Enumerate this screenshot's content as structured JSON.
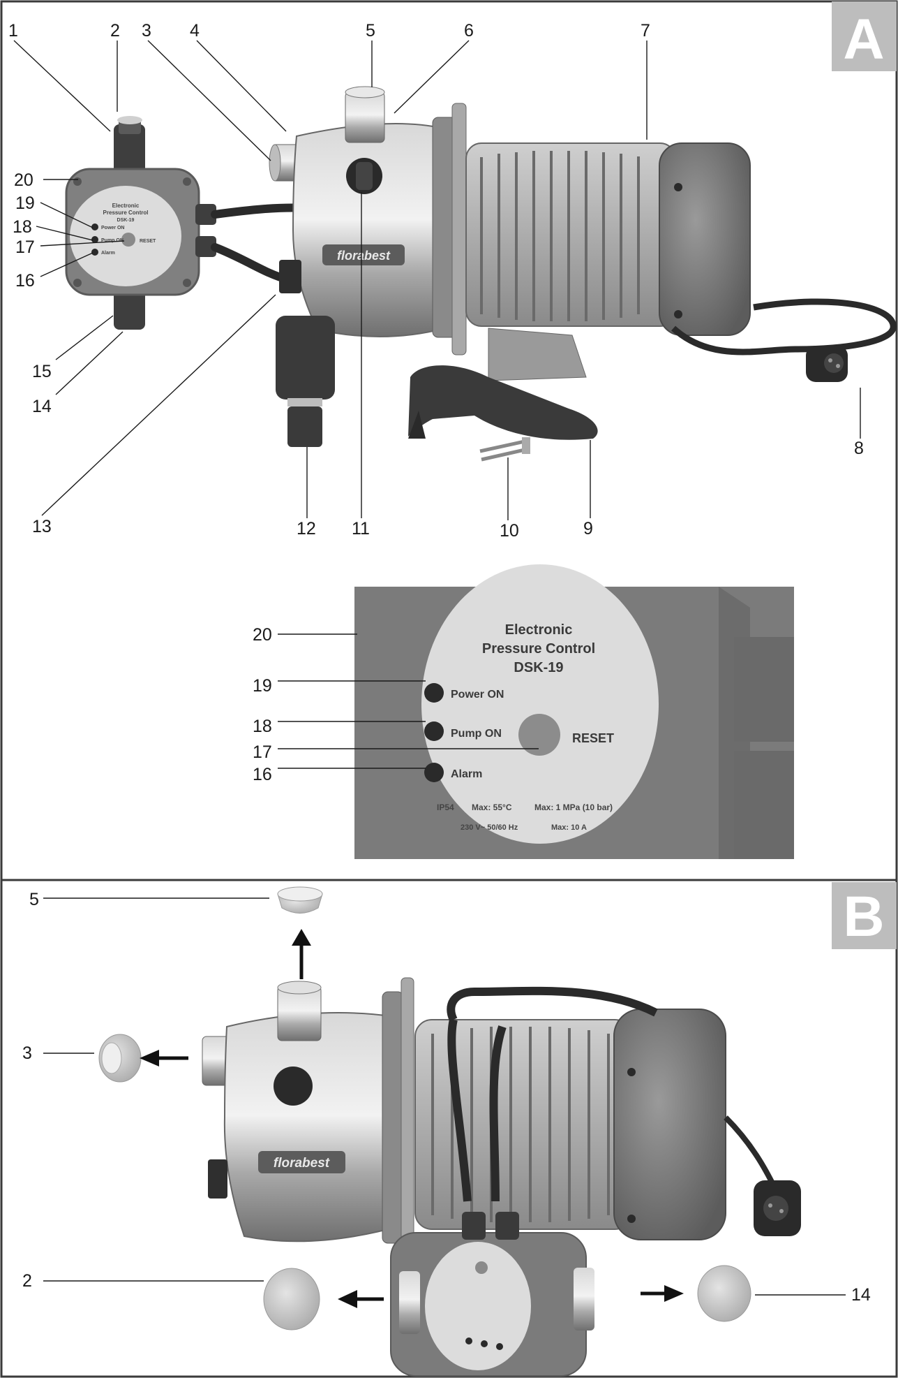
{
  "panel_a": {
    "badge": "A",
    "callouts": [
      "1",
      "2",
      "3",
      "4",
      "5",
      "6",
      "7",
      "8",
      "9",
      "10",
      "11",
      "12",
      "13",
      "14",
      "15",
      "16",
      "17",
      "18",
      "19",
      "20"
    ],
    "detail_callouts": [
      "20",
      "19",
      "18",
      "17",
      "16"
    ]
  },
  "panel_b": {
    "badge": "B",
    "callouts": [
      "5",
      "3",
      "2",
      "14"
    ]
  },
  "logo": "florabest",
  "control_label": {
    "title_line1": "Electronic",
    "title_line2": "Pressure Control",
    "title_line3": "DSK-19",
    "power_on": "Power ON",
    "pump_on": "Pump ON",
    "alarm": "Alarm",
    "reset": "RESET",
    "spec_ip": "IP54",
    "spec_temp": "Max: 55°C",
    "spec_pressure": "Max: 1 MPa (10 bar)",
    "spec_voltage": "230 V~ 50/60 Hz",
    "spec_current": "Max: 10 A"
  },
  "colors": {
    "border": "#3a3a3a",
    "badge_bg": "#bdbdbd",
    "housing": "#7d7d7d",
    "steel": "#b9b9b9",
    "label_disc": "#dcdcdc",
    "dark": "#2a2a2a"
  }
}
